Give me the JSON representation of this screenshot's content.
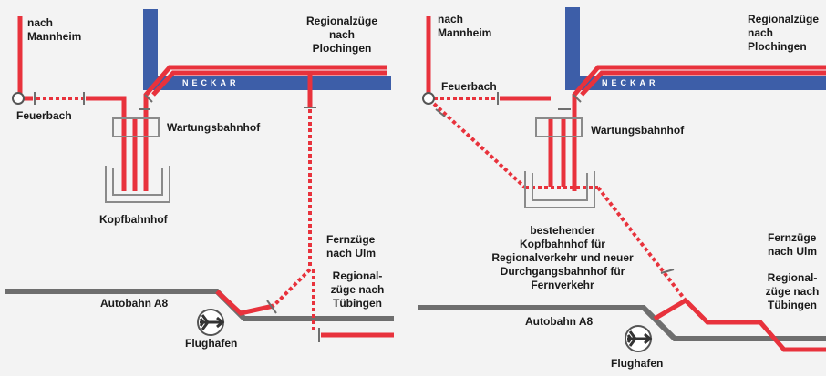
{
  "colors": {
    "rail": "#e8323c",
    "river": "#3d5ea8",
    "motorway": "#6e6e6e",
    "structure": "#8a8a8a",
    "station_fill": "#ffffff",
    "background": "#f3f3f3"
  },
  "left": {
    "mannheim": "nach\nMannheim",
    "plochingen": "Regionalzüge\nnach\nPlochingen",
    "neckar": "NECKAR",
    "feuerbach": "Feuerbach",
    "wartung": "Wartungsbahnhof",
    "kopf": "Kopfbahnhof",
    "ulm": "Fernzüge\nnach Ulm",
    "tuebingen": "Regional-\nzüge nach\nTübingen",
    "autobahn": "Autobahn A8",
    "flughafen": "Flughafen",
    "plane_icon": "airplane-icon"
  },
  "right": {
    "mannheim": "nach\nMannheim",
    "plochingen": "Regionalzüge\nnach\nPlochingen",
    "neckar": "NECKAR",
    "feuerbach": "Feuerbach",
    "wartung": "Wartungsbahnhof",
    "station": "bestehender\nKopfbahnhof für\nRegionalverkehr und neuer\nDurchgangsbahnhof für\nFernverkehr",
    "ulm": "Fernzüge\nnach Ulm",
    "tuebingen": "Regional-\nzüge nach\nTübingen",
    "autobahn": "Autobahn A8",
    "flughafen": "Flughafen",
    "plane_icon": "airplane-icon"
  }
}
